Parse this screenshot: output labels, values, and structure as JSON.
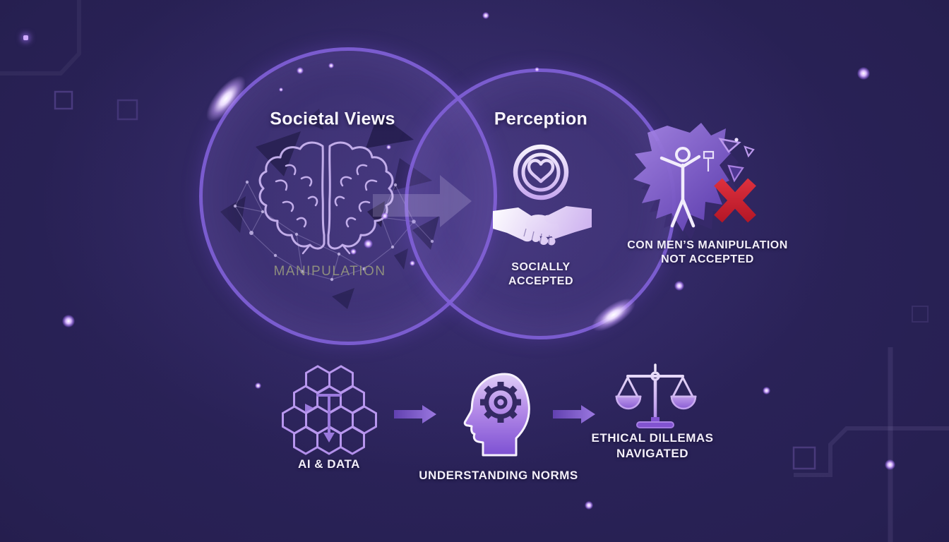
{
  "venn": {
    "left": {
      "title": "Societal Views",
      "icon": "brain-icon",
      "caption": "MANIPULATION"
    },
    "right": {
      "title": "Perception",
      "badge_icon": "heart-badge-icon",
      "main_icon": "handshake-icon",
      "caption_lines": [
        "SOCIALLY",
        "ACCEPTED"
      ]
    }
  },
  "rejection": {
    "icon": "shattered-person-icon",
    "mark_icon": "x-mark-icon",
    "caption_lines": [
      "CON MEN’S MANIPULATION",
      "NOT ACCEPTED"
    ]
  },
  "flow": {
    "steps": [
      {
        "icon": "hexagon-data-icon",
        "label_lines": [
          "AI & DATA"
        ]
      },
      {
        "icon": "head-gear-icon",
        "label_lines": [
          "UNDERSTANDING NORMS"
        ]
      },
      {
        "icon": "scales-of-justice-icon",
        "label_lines": [
          "ETHICAL DILLEMAS",
          "NAVIGATED"
        ]
      }
    ]
  },
  "colors": {
    "background_center": "#3c3270",
    "background_edge": "#1f1a44",
    "circle_stroke": "#8060d7",
    "flow_arrow": "#8f6cd8",
    "reject_red": "#d11f30",
    "caption_muted": "#8e8e7e",
    "text": "#f4f1fb"
  }
}
